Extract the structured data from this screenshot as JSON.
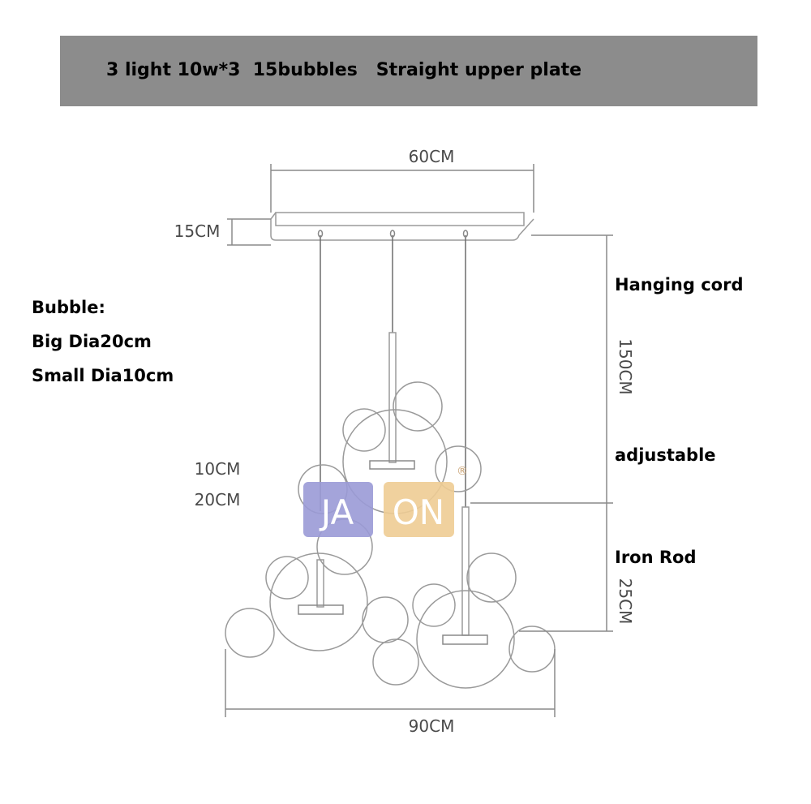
{
  "banner": {
    "text": "3 light 10w*3  15bubbles   Straight upper plate"
  },
  "notes": {
    "bubble_title": "Bubble:",
    "big_dia": "Big Dia20cm",
    "small_dia": "Small Dia10cm",
    "hanging_cord": "Hanging cord",
    "adjustable": "adjustable",
    "iron_rod": "Iron Rod"
  },
  "dimensions": {
    "plate_width": "60CM",
    "plate_height": "15CM",
    "cord_length": "150CM",
    "small_bubble": "10CM",
    "big_bubble": "20CM",
    "rod_length": "25CM",
    "total_width": "90CM"
  },
  "logo": {
    "left_text": "JA",
    "right_text": "ON",
    "mark": "®"
  },
  "colors": {
    "banner": "#8c8c8c",
    "logo_left": "#9a9ad6",
    "logo_right": "#eecc94",
    "line": "#8a8a8a"
  }
}
